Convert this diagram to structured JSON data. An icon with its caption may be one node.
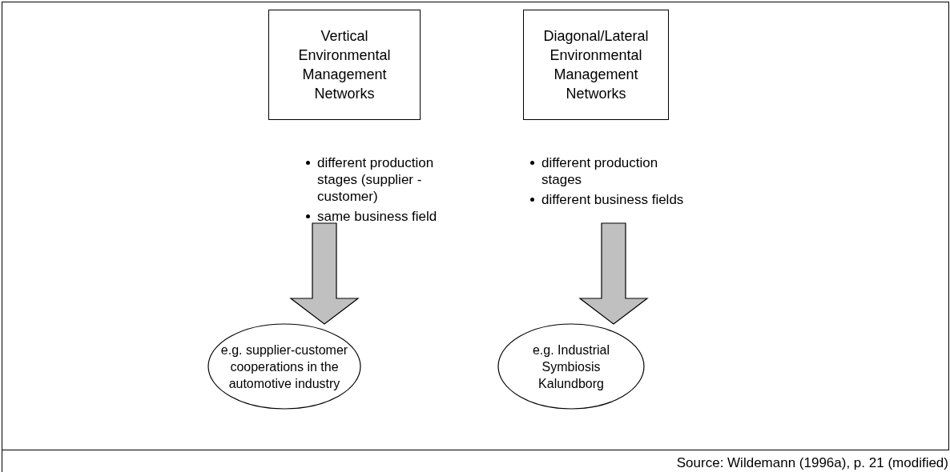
{
  "diagram": {
    "caption": "Source: Wildemann (1996a), p. 21 (modified)",
    "nodes": [
      {
        "text": [
          "Vertical Environmental Management Networks"
        ]
      },
      {
        "text": [
          "different production stages (supplier - customer)",
          "same business field"
        ]
      },
      {
        "text": [
          "e.g. supplier-customer cooperations in the automotive industry"
        ]
      },
      {
        "text": [
          "Diagonal/Lateral Environmental Management Networks"
        ]
      },
      {
        "text": [
          "different production stages",
          "different business fields"
        ]
      },
      {
        "text": [
          "e.g. Industrial Symbiosis Kalundborg"
        ]
      }
    ],
    "edges": [
      {
        "from": 1,
        "to": 2,
        "arrow": "to",
        "style": "thick",
        "color": "#c0c0c0"
      },
      {
        "from": 4,
        "to": 5,
        "arrow": "to",
        "style": "thick",
        "color": "#c0c0c0"
      }
    ]
  }
}
